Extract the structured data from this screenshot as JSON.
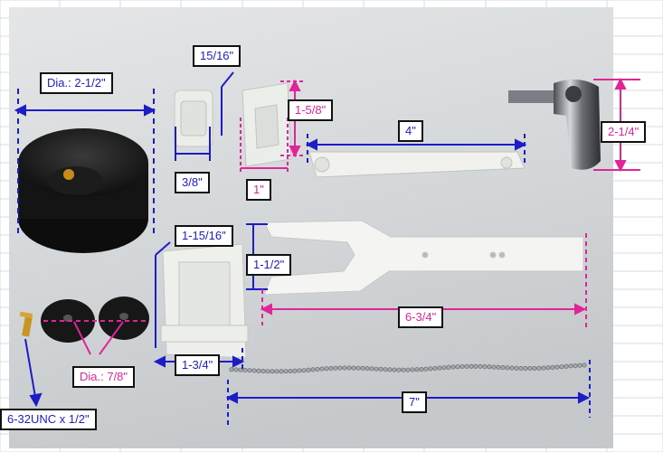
{
  "colors": {
    "background": "#d2d5d6",
    "dimension_blue": "#1c1cc8",
    "dimension_pink": "#e0249a",
    "parts_white": "#f2f3ef",
    "flapper_black": "#1a1a1a",
    "chrome": "#8c8f95"
  },
  "labels": {
    "flapper_dia": "Dia.: 2-1/2\"",
    "clip_height": "15/16\"",
    "clip_width": "3/8\"",
    "guide_height": "1-5/8\"",
    "guide_width": "1\"",
    "arm_length": "4\"",
    "handle_height": "2-1/4\"",
    "bracket_height": "1-15/16\"",
    "lift_arm_height": "1-1/2\"",
    "lift_arm_length": "6-3/4\"",
    "washer_dia": "Dia.: 7/8\"",
    "bracket_width": "1-3/4\"",
    "chain_length": "7\"",
    "screw_size": "6-32UNC x 1/2\""
  }
}
